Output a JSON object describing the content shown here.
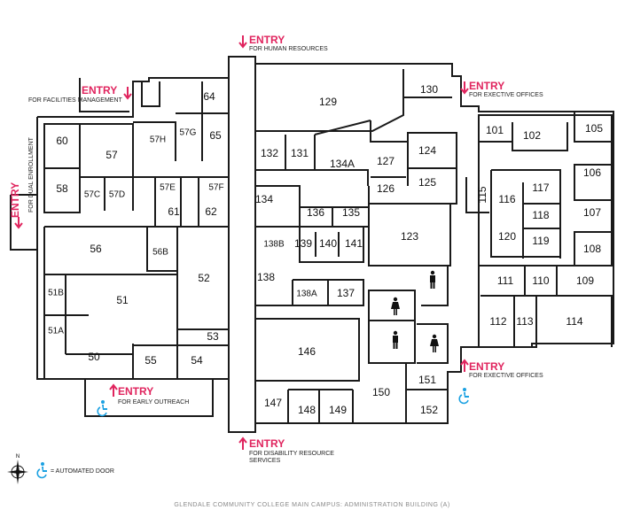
{
  "footer_title": "GLENDALE COMMUNITY COLLEGE MAIN CAMPUS: ADMINISTRATION BUILDING (A)",
  "legend": {
    "automated_door": "= AUTOMATED DOOR",
    "icon": "accessible-door-icon"
  },
  "colors": {
    "entry_accent": "#e0245e",
    "accessible_blue": "#1ba1e2",
    "walls": "#1a1a1a"
  },
  "entries": [
    {
      "id": "hr",
      "word": "ENTRY",
      "sub": [
        "FOR HUMAN RESOURCES"
      ]
    },
    {
      "id": "facilities",
      "word": "ENTRY",
      "sub": [
        "FOR FACILITIES MANAGEMENT"
      ]
    },
    {
      "id": "dual",
      "word": "ENTRY",
      "sub": [
        "FOR DUAL ENROLLMENT"
      ]
    },
    {
      "id": "exec-top",
      "word": "ENTRY",
      "sub": [
        "FOR EXECTIVE OFFICES"
      ]
    },
    {
      "id": "exec-bottom",
      "word": "ENTRY",
      "sub": [
        "FOR EXECTIVE OFFICES"
      ]
    },
    {
      "id": "outreach",
      "word": "ENTRY",
      "sub": [
        "FOR EARLY OUTREACH"
      ]
    },
    {
      "id": "disability",
      "word": "ENTRY",
      "sub": [
        "FOR DISABILITY RESOURCE",
        "SERVICES"
      ]
    }
  ],
  "rooms": [
    "64",
    "65",
    "57G",
    "57H",
    "60",
    "57",
    "58",
    "57C",
    "57D",
    "57E",
    "57F",
    "61",
    "62",
    "56",
    "56B",
    "52",
    "51B",
    "51",
    "51A",
    "50",
    "55",
    "54",
    "53",
    "129",
    "130",
    "132",
    "131",
    "134A",
    "127",
    "124",
    "126",
    "125",
    "134",
    "136",
    "135",
    "123",
    "138B",
    "139",
    "140",
    "141",
    "138",
    "138A",
    "137",
    "146",
    "147",
    "148",
    "149",
    "150",
    "151",
    "152",
    "101",
    "102",
    "105",
    "106",
    "107",
    "108",
    "109",
    "110",
    "111",
    "112",
    "113",
    "114",
    "115",
    "116",
    "117",
    "118",
    "119",
    "120"
  ]
}
